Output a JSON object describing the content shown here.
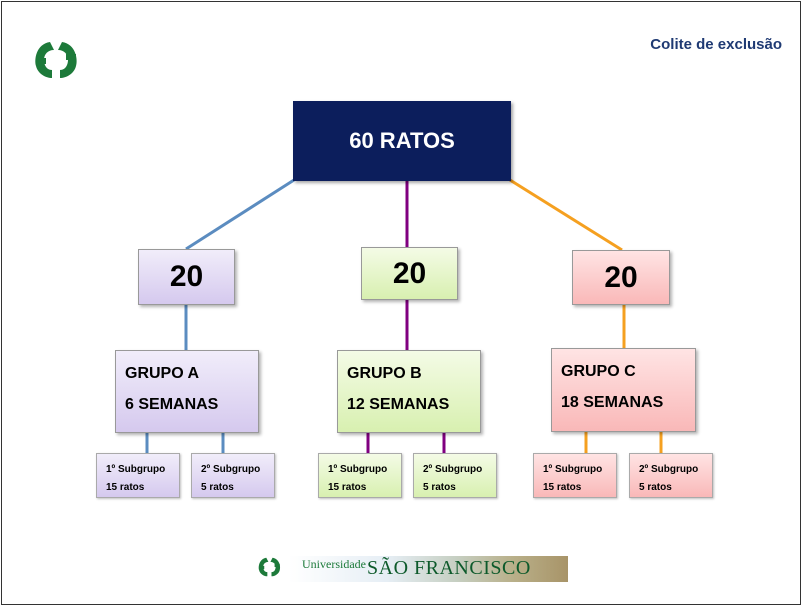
{
  "header": {
    "title": "Colite de exclusão"
  },
  "root": {
    "label": "60 RATOS"
  },
  "groups": [
    {
      "count": "20",
      "name": "GRUPO A",
      "duration": "6 SEMANAS",
      "color": "#5b8cc0",
      "subgroups": [
        {
          "title": "1º Subgrupo",
          "count": "15 ratos"
        },
        {
          "title": "2º Subgrupo",
          "count": "5 ratos"
        }
      ]
    },
    {
      "count": "20",
      "name": "GRUPO B",
      "duration": "12 SEMANAS",
      "color": "#800080",
      "subgroups": [
        {
          "title": "1º Subgrupo",
          "count": "15 ratos"
        },
        {
          "title": "2º Subgrupo",
          "count": "5 ratos"
        }
      ]
    },
    {
      "count": "20",
      "name": "GRUPO C",
      "duration": "18 SEMANAS",
      "color": "#f5a020",
      "subgroups": [
        {
          "title": "1º Subgrupo",
          "count": "15 ratos"
        },
        {
          "title": "2º Subgrupo",
          "count": "5 ratos"
        }
      ]
    }
  ],
  "footer": {
    "small": "Universidade",
    "big": "SÃO FRANCISCO",
    "logo_icon": "usf-logo-icon"
  }
}
